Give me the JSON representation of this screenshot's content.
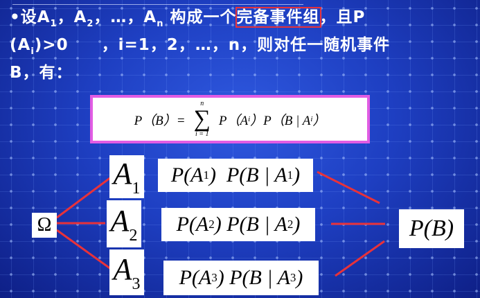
{
  "intro": {
    "bullet": "•",
    "prefix": "设A",
    "sub1": "1",
    "sep1": "，A",
    "sub2": "2",
    "sep2": "，…，A",
    "subn": "n",
    "mid": "构成一个",
    "boxed": "完备事件组",
    "tail1": "，且P",
    "line2_a": "(A",
    "line2_sub": "i",
    "line2_b": ")>0",
    "line2_c": "，i=1，2，…，n，则对任一随机事件",
    "line3": "B，有："
  },
  "formula": {
    "lhs": "P（B）=",
    "sum_top": "n",
    "sum_sign": "∑",
    "sum_bottom": "i = 1",
    "term1": "P（A",
    "term1_sub": "i",
    "term1_close": "）",
    "term2": "P（B | A",
    "term2_sub": "i",
    "term2_close": "）"
  },
  "diagram": {
    "omega": "Ω",
    "events": [
      {
        "letter": "A",
        "index": "1",
        "p_a": "P(A",
        "p_mid": ")",
        "p_b": "P(B | A",
        "p_end": ")"
      },
      {
        "letter": "A",
        "index": "2",
        "p_a": "P(A",
        "p_mid": ")",
        "p_b": "P(B | A",
        "p_end": ")"
      },
      {
        "letter": "A",
        "index": "3",
        "p_a": "P(A",
        "p_mid": ")",
        "p_b": "P(B | A",
        "p_end": ")"
      }
    ],
    "result": "P(B)"
  },
  "colors": {
    "background": "#1e3fc2",
    "highlight_box": "#e8323a",
    "formula_border": "#e15ce3",
    "link_lines": "#e8323a"
  }
}
